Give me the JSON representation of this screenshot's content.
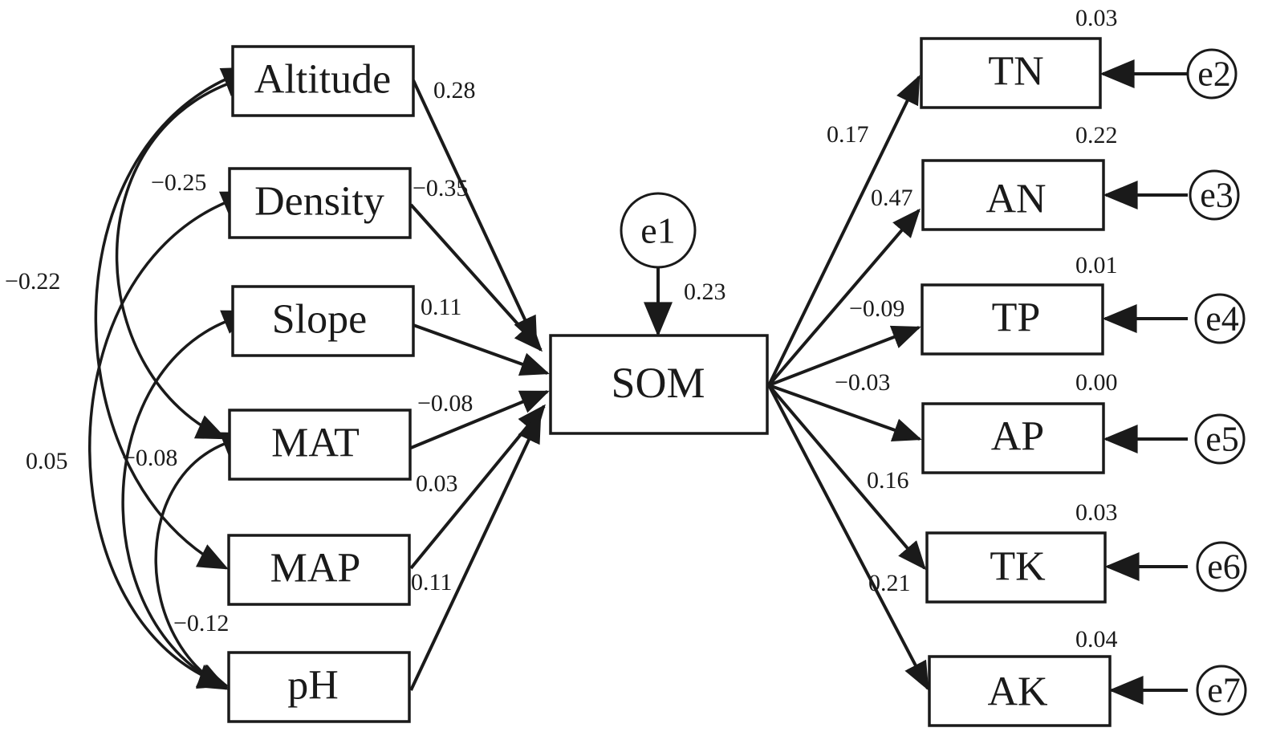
{
  "predictors": [
    {
      "id": "altitude",
      "label": "Altitude",
      "path_coef": "0.28"
    },
    {
      "id": "density",
      "label": "Density",
      "path_coef": "−0.35"
    },
    {
      "id": "slope",
      "label": "Slope",
      "path_coef": "0.11"
    },
    {
      "id": "mat",
      "label": "MAT",
      "path_coef": "−0.08"
    },
    {
      "id": "map",
      "label": "MAP",
      "path_coef": "0.03"
    },
    {
      "id": "ph",
      "label": "pH",
      "path_coef": "0.11"
    }
  ],
  "central": {
    "id": "som",
    "label": "SOM"
  },
  "central_error": {
    "label": "e1",
    "value": "0.23"
  },
  "outcomes": [
    {
      "id": "tn",
      "label": "TN",
      "path_coef": "0.17",
      "r2": "0.03",
      "error": "e2"
    },
    {
      "id": "an",
      "label": "AN",
      "path_coef": "0.47",
      "r2": "0.22",
      "error": "e3"
    },
    {
      "id": "tp",
      "label": "TP",
      "path_coef": "−0.09",
      "r2": "0.01",
      "error": "e4"
    },
    {
      "id": "ap",
      "label": "AP",
      "path_coef": "−0.03",
      "r2": "0.00",
      "error": "e5"
    },
    {
      "id": "tk",
      "label": "TK",
      "path_coef": "0.16",
      "r2": "0.03",
      "error": "e6"
    },
    {
      "id": "ak",
      "label": "AK",
      "path_coef": "0.21",
      "r2": "0.04",
      "error": "e7"
    }
  ],
  "correlations": [
    {
      "from": "altitude",
      "to": "mat",
      "value": "−0.25"
    },
    {
      "from": "altitude",
      "to": "map",
      "value": "−0.22"
    },
    {
      "from": "density",
      "to": "ph",
      "value": "0.05"
    },
    {
      "from": "slope",
      "to": "ph",
      "value": "−0.08"
    },
    {
      "from": "mat",
      "to": "ph",
      "value": "−0.12"
    }
  ]
}
